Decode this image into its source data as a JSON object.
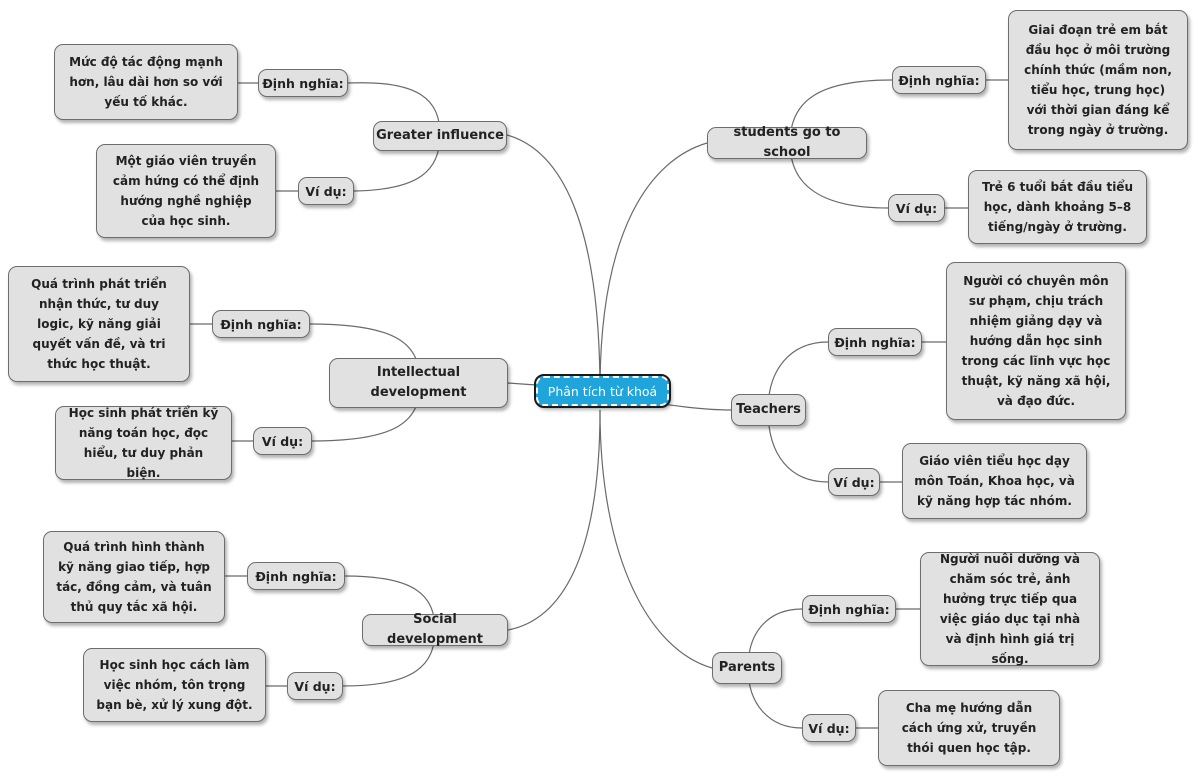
{
  "root": "Phân tích từ khoá",
  "topics": {
    "greater_influence": {
      "title": "Greater influence",
      "def_label": "Định nghĩa:",
      "def_text": "Mức độ tác động mạnh hơn, lâu dài hơn so với yếu tố khác.",
      "ex_label": "Ví dụ:",
      "ex_text": "Một giáo viên truyền cảm hứng có thể định hướng nghề nghiệp của học sinh."
    },
    "intellectual": {
      "title": "Intellectual development",
      "def_label": "Định nghĩa:",
      "def_text": "Quá trình phát triển nhận thức, tư duy logic, kỹ năng giải quyết vấn đề, và tri thức học thuật.",
      "ex_label": "Ví dụ:",
      "ex_text": "Học sinh phát triển kỹ năng toán học, đọc hiểu, tư duy phản biện."
    },
    "social": {
      "title": "Social development",
      "def_label": "Định nghĩa:",
      "def_text": "Quá trình hình thành kỹ năng giao tiếp, hợp tác, đồng cảm, và tuân thủ quy tắc xã hội.",
      "ex_label": "Ví dụ:",
      "ex_text": "Học sinh học cách làm việc nhóm, tôn trọng bạn bè, xử lý xung đột."
    },
    "students": {
      "title": "students go to school",
      "def_label": "Định nghĩa:",
      "def_text": "Giai đoạn trẻ em bắt đầu học ở môi trường chính thức (mầm non, tiểu học, trung học) với thời gian đáng kể trong ngày ở trường.",
      "ex_label": "Ví dụ:",
      "ex_text": "Trẻ 6 tuổi bắt đầu tiểu học, dành khoảng 5–8 tiếng/ngày ở trường."
    },
    "teachers": {
      "title": "Teachers",
      "def_label": "Định nghĩa:",
      "def_text": "Người có chuyên môn sư phạm, chịu trách nhiệm giảng dạy và hướng dẫn học sinh trong các lĩnh vực học thuật, kỹ năng xã hội, và đạo đức.",
      "ex_label": "Ví dụ:",
      "ex_text": "Giáo viên tiểu học dạy môn Toán, Khoa học, và kỹ năng hợp tác nhóm."
    },
    "parents": {
      "title": "Parents",
      "def_label": "Định nghĩa:",
      "def_text": "Người nuôi dưỡng và chăm sóc trẻ, ảnh hưởng trực tiếp qua việc giáo dục tại nhà và định hình giá trị sống.",
      "ex_label": "Ví dụ:",
      "ex_text": "Cha mẹ hướng dẫn cách ứng xử, truyền thói quen học tập."
    }
  }
}
